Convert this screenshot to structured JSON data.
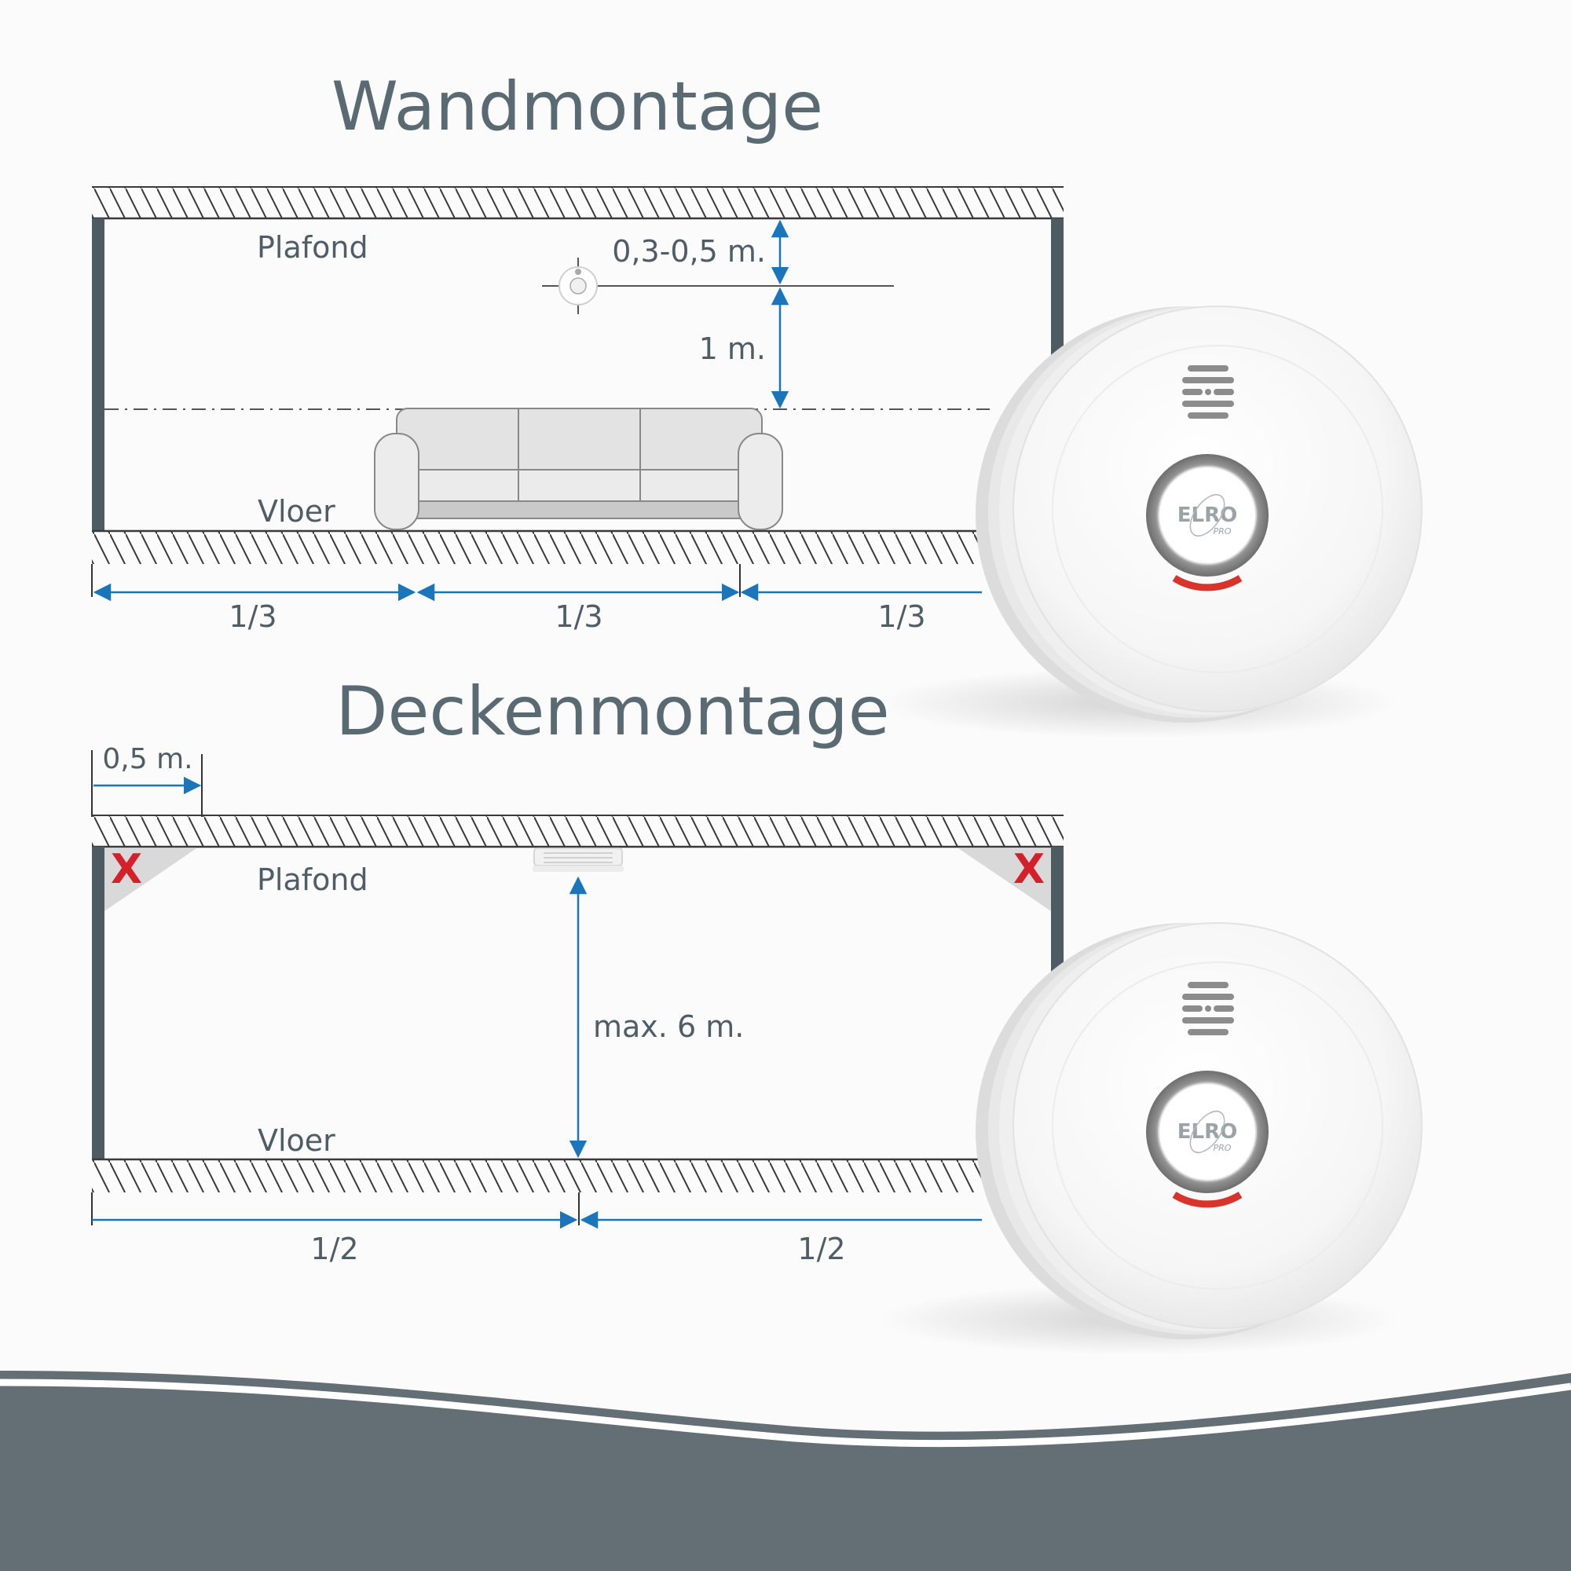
{
  "wall": {
    "title": "Wandmontage",
    "ceiling_label": "Plafond",
    "floor_label": "Vloer",
    "dim_ceiling_gap": "0,3-0,5 m.",
    "dim_to_furniture": "1 m.",
    "thirds": [
      "1/3",
      "1/3",
      "1/3"
    ]
  },
  "ceiling": {
    "title": "Deckenmontage",
    "corner_gap": "0,5 m.",
    "ceiling_label": "Plafond",
    "floor_label": "Vloer",
    "dim_height": "max. 6 m.",
    "halves": [
      "1/2",
      "1/2"
    ],
    "forbidden_mark": "X"
  },
  "product": {
    "brand": "ELRO",
    "sub_brand": "PRO"
  },
  "colors": {
    "dimension_blue": "#1a75bb",
    "wall_dark": "#4d5b63",
    "title_gray": "#5a6a72",
    "forbidden_red": "#d4202a",
    "footer_wave": "#636f75",
    "led_red": "#d8342c"
  }
}
